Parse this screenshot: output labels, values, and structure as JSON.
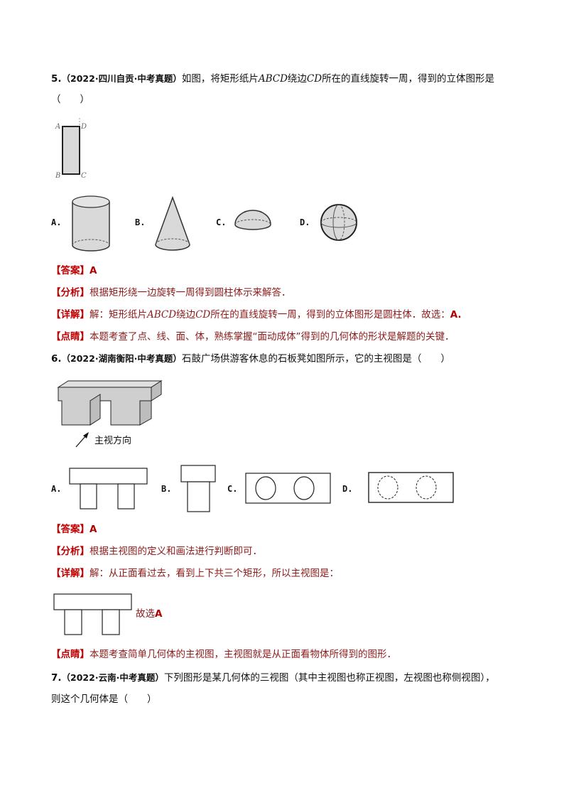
{
  "q5": {
    "number": "5.",
    "source": "（2022·四川自贡·中考真题）",
    "stem_1": "如图，将矩形纸片",
    "abcd": "ABCD",
    "stem_2": "绕边",
    "cd": "CD",
    "stem_3": "所在的直线旋转一周，得到的立体图形是",
    "blank": "（　　）",
    "figure_labels": {
      "a": "A",
      "b": "B",
      "c": "C",
      "d": "D"
    },
    "options": [
      {
        "label": "A.",
        "shape": "cylinder"
      },
      {
        "label": "B.",
        "shape": "cone"
      },
      {
        "label": "C.",
        "shape": "hemisphere"
      },
      {
        "label": "D.",
        "shape": "sphere"
      }
    ],
    "answer_tag": "【答案】",
    "answer": "A",
    "analysis_tag": "【分析】",
    "analysis": "根据矩形绕一边旋转一周得到圆柱体示来解答．",
    "detail_tag": "【详解】",
    "detail_1": "解：矩形纸片",
    "detail_abcd": "ABCD",
    "detail_2": "绕边",
    "detail_cd": "CD",
    "detail_3": "所在的直线旋转一周，得到的立体图形是圆柱体．故选：",
    "detail_ans": "A.",
    "comment_tag": "【点睛】",
    "comment": "本题考查了点、线、面、体，熟练掌握“面动成体”得到的几何体的形状是解题的关键．"
  },
  "q6": {
    "number": "6.",
    "source": "（2022·湖南衡阳·中考真题）",
    "stem": "石鼓广场供游客休息的石板凳如图所示，它的主视图是（　　）",
    "direction_label": "主视方向",
    "options": [
      {
        "label": "A.",
        "shape": "bench-front"
      },
      {
        "label": "B.",
        "shape": "bench-side"
      },
      {
        "label": "C.",
        "shape": "top-solid-circles"
      },
      {
        "label": "D.",
        "shape": "top-dashed-circles"
      }
    ],
    "answer_tag": "【答案】",
    "answer": "A",
    "analysis_tag": "【分析】",
    "analysis": "根据主视图的定义和画法进行判断即可．",
    "detail_tag": "【详解】",
    "detail": "解：从正面看过去，看到上下共三个矩形，所以主视图是：",
    "choose_text": "故选",
    "choose_ans": "A",
    "comment_tag": "【点睛】",
    "comment": "本题考查简单几何体的主视图，主视图就是从正面看物体所得到的图形．"
  },
  "q7": {
    "number": "7.",
    "source": "（2022·云南·中考真题）",
    "stem_1": "下列图形是某几何体的三视图（其中主视图也称正视图，左视图也称侧视图），",
    "stem_2": "则这个几何体是（　　）"
  },
  "colors": {
    "tag": "#c00000",
    "text_red": "#8b1a1a",
    "fill": "#d9d9d9"
  }
}
